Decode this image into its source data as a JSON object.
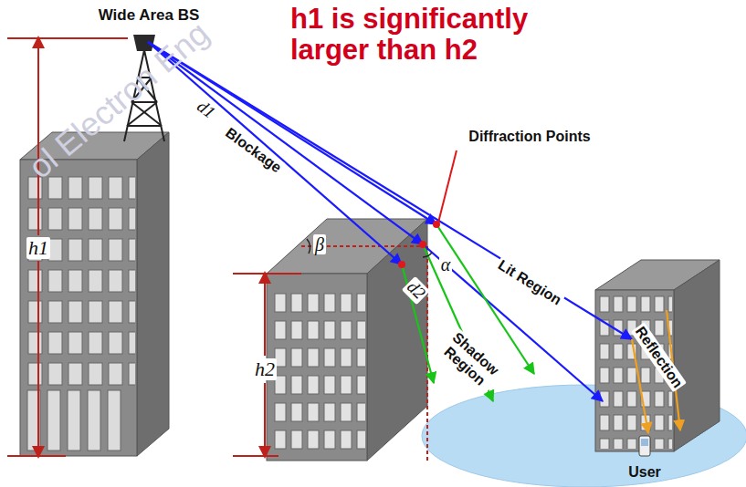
{
  "diagram": {
    "title": "h1 is significantly larger than h2",
    "labels": [
      "Wide Area BS",
      "h1",
      "h2",
      "d1",
      "Blockage",
      "β",
      "Diffraction Points",
      "α",
      "d2",
      "Lit Region",
      "Shadow Region",
      "Reflection",
      "User",
      "ol Electron Eng"
    ]
  }
}
